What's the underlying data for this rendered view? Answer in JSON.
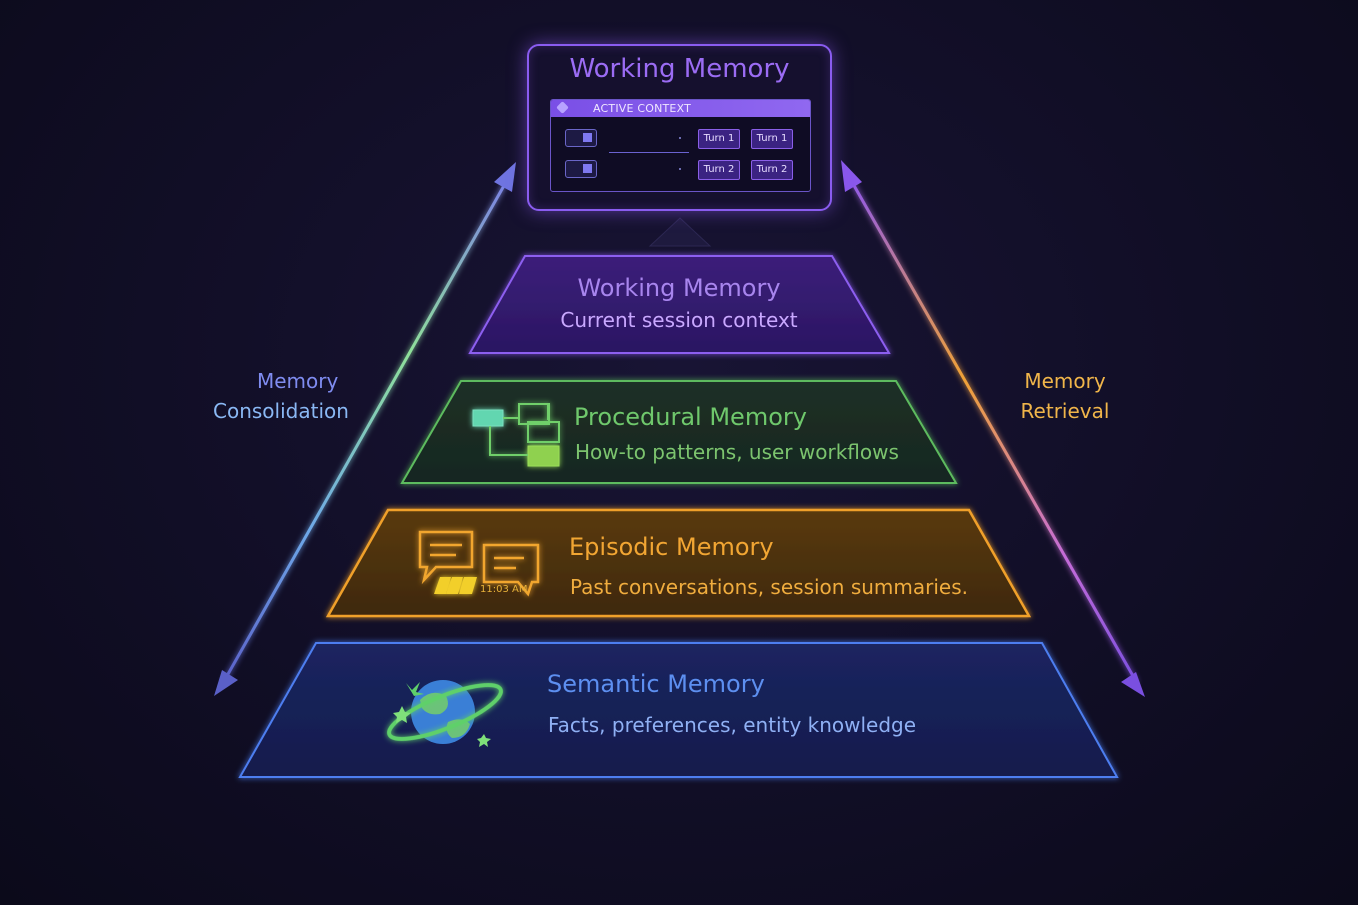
{
  "top_panel": {
    "title": "Working Memory",
    "header": "ACTIVE CONTEXT",
    "rows": [
      {
        "chips": [
          "Turn 1",
          "Turn 1"
        ]
      },
      {
        "chips": [
          "Turn 2",
          "Turn 2"
        ]
      }
    ]
  },
  "tiers": {
    "working": {
      "title": "Working Memory",
      "subtitle": "Current session context",
      "color": "#a780f0"
    },
    "procedural": {
      "title": "Procedural Memory",
      "subtitle": "How-to patterns, user workflows",
      "color": "#6cc76a"
    },
    "episodic": {
      "title": "Episodic Memory",
      "subtitle": "Past conversations, session summaries.",
      "color": "#f0a531",
      "time_label": "11:03 AM"
    },
    "semantic": {
      "title": "Semantic Memory",
      "subtitle": "Facts, preferences, entity knowledge",
      "color": "#5c8df0"
    }
  },
  "sides": {
    "left": {
      "line1": "Memory",
      "line2": "Consolidation"
    },
    "right": {
      "line1": "Memory",
      "line2": "Retrieval"
    }
  }
}
